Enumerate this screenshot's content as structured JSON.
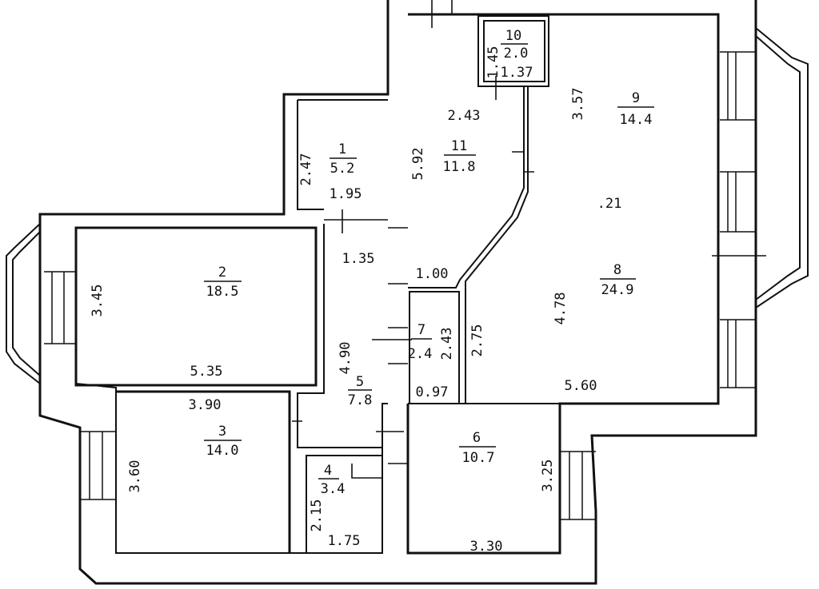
{
  "rooms": [
    {
      "id": "1",
      "number": "1",
      "area": "5.2"
    },
    {
      "id": "2",
      "number": "2",
      "area": "18.5"
    },
    {
      "id": "3",
      "number": "3",
      "area": "14.0"
    },
    {
      "id": "4",
      "number": "4",
      "area": "3.4"
    },
    {
      "id": "5",
      "number": "5",
      "area": "7.8"
    },
    {
      "id": "6",
      "number": "6",
      "area": "10.7"
    },
    {
      "id": "7",
      "number": "7",
      "area": "2.4"
    },
    {
      "id": "8",
      "number": "8",
      "area": "24.9"
    },
    {
      "id": "9",
      "number": "9",
      "area": "14.4"
    },
    {
      "id": "10",
      "number": "10",
      "area": "2.0"
    },
    {
      "id": "11",
      "number": "11",
      "area": "11.8"
    }
  ],
  "dimensions": [
    {
      "id": "d1",
      "text": "2.47"
    },
    {
      "id": "d2",
      "text": "1.95"
    },
    {
      "id": "d3",
      "text": "3.45"
    },
    {
      "id": "d4",
      "text": "5.35"
    },
    {
      "id": "d5",
      "text": "1.35"
    },
    {
      "id": "d6",
      "text": "4.90"
    },
    {
      "id": "d7",
      "text": "3.90"
    },
    {
      "id": "d8",
      "text": "3.60"
    },
    {
      "id": "d9",
      "text": "2.15"
    },
    {
      "id": "d10",
      "text": "1.75"
    },
    {
      "id": "d11",
      "text": "1.45"
    },
    {
      "id": "d12",
      "text": "1.37"
    },
    {
      "id": "d13",
      "text": "2.43"
    },
    {
      "id": "d14",
      "text": "5.92"
    },
    {
      "id": "d15",
      "text": "3.57"
    },
    {
      "id": "d16",
      "text": ".21"
    },
    {
      "id": "d17",
      "text": "1.00"
    },
    {
      "id": "d18",
      "text": "2.43"
    },
    {
      "id": "d19",
      "text": "2.75"
    },
    {
      "id": "d20",
      "text": "4.78"
    },
    {
      "id": "d21",
      "text": "0.97"
    },
    {
      "id": "d22",
      "text": "5.60"
    },
    {
      "id": "d23",
      "text": "3.25"
    },
    {
      "id": "d24",
      "text": "3.30"
    }
  ]
}
